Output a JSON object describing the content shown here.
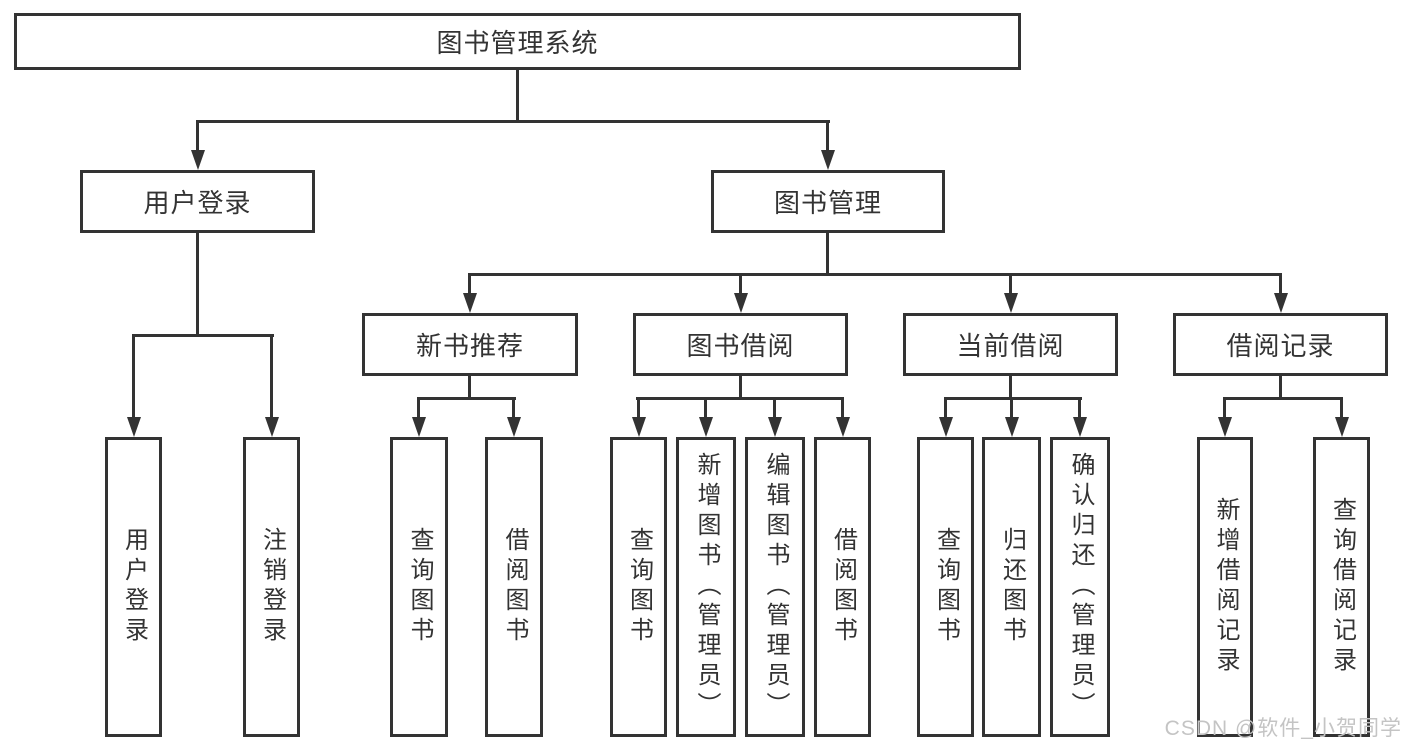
{
  "diagram": {
    "title": "图书管理系统",
    "root": {
      "label": "图书管理系统"
    },
    "user_login": {
      "label": "用户登录",
      "children": [
        "用户登录",
        "注销登录"
      ]
    },
    "book_mgmt": {
      "label": "图书管理",
      "groups": [
        {
          "label": "新书推荐",
          "children": [
            "查询图书",
            "借阅图书"
          ]
        },
        {
          "label": "图书借阅",
          "children": [
            "查询图书",
            "新增图书（管理员）",
            "编辑图书（管理员）",
            "借阅图书"
          ]
        },
        {
          "label": "当前借阅",
          "children": [
            "查询图书",
            "归还图书",
            "确认归还（管理员）"
          ]
        },
        {
          "label": "借阅记录",
          "children": [
            "新增借阅记录",
            "查询借阅记录"
          ]
        }
      ]
    },
    "watermark": "CSDN @软件_小贺同学"
  },
  "colors": {
    "line": "#333333",
    "text": "#333333",
    "background": "#ffffff",
    "watermark": "#c4c4c4"
  }
}
